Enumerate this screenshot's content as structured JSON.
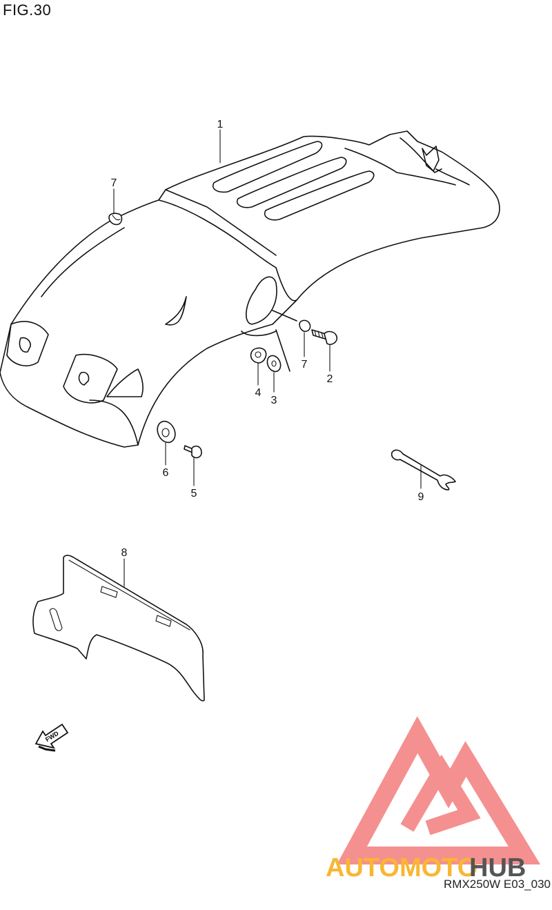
{
  "figure": {
    "title": "FIG.30",
    "code": "RMX250W E03_030"
  },
  "callouts": [
    {
      "id": "c1",
      "label": "1"
    },
    {
      "id": "c2",
      "label": "2"
    },
    {
      "id": "c3",
      "label": "3"
    },
    {
      "id": "c4",
      "label": "4"
    },
    {
      "id": "c5",
      "label": "5"
    },
    {
      "id": "c6",
      "label": "6"
    },
    {
      "id": "c7a",
      "label": "7"
    },
    {
      "id": "c7b",
      "label": "7"
    },
    {
      "id": "c8",
      "label": "8"
    },
    {
      "id": "c9",
      "label": "9"
    }
  ],
  "fwd_arrow": {
    "label": "FWD",
    "icon": "fwd-arrow-icon"
  },
  "watermark": {
    "part1": "AUTOMOTO",
    "part2": "HUB",
    "color1": "#f7b733",
    "color2": "#555555",
    "logo_color": "#f26b6b"
  }
}
